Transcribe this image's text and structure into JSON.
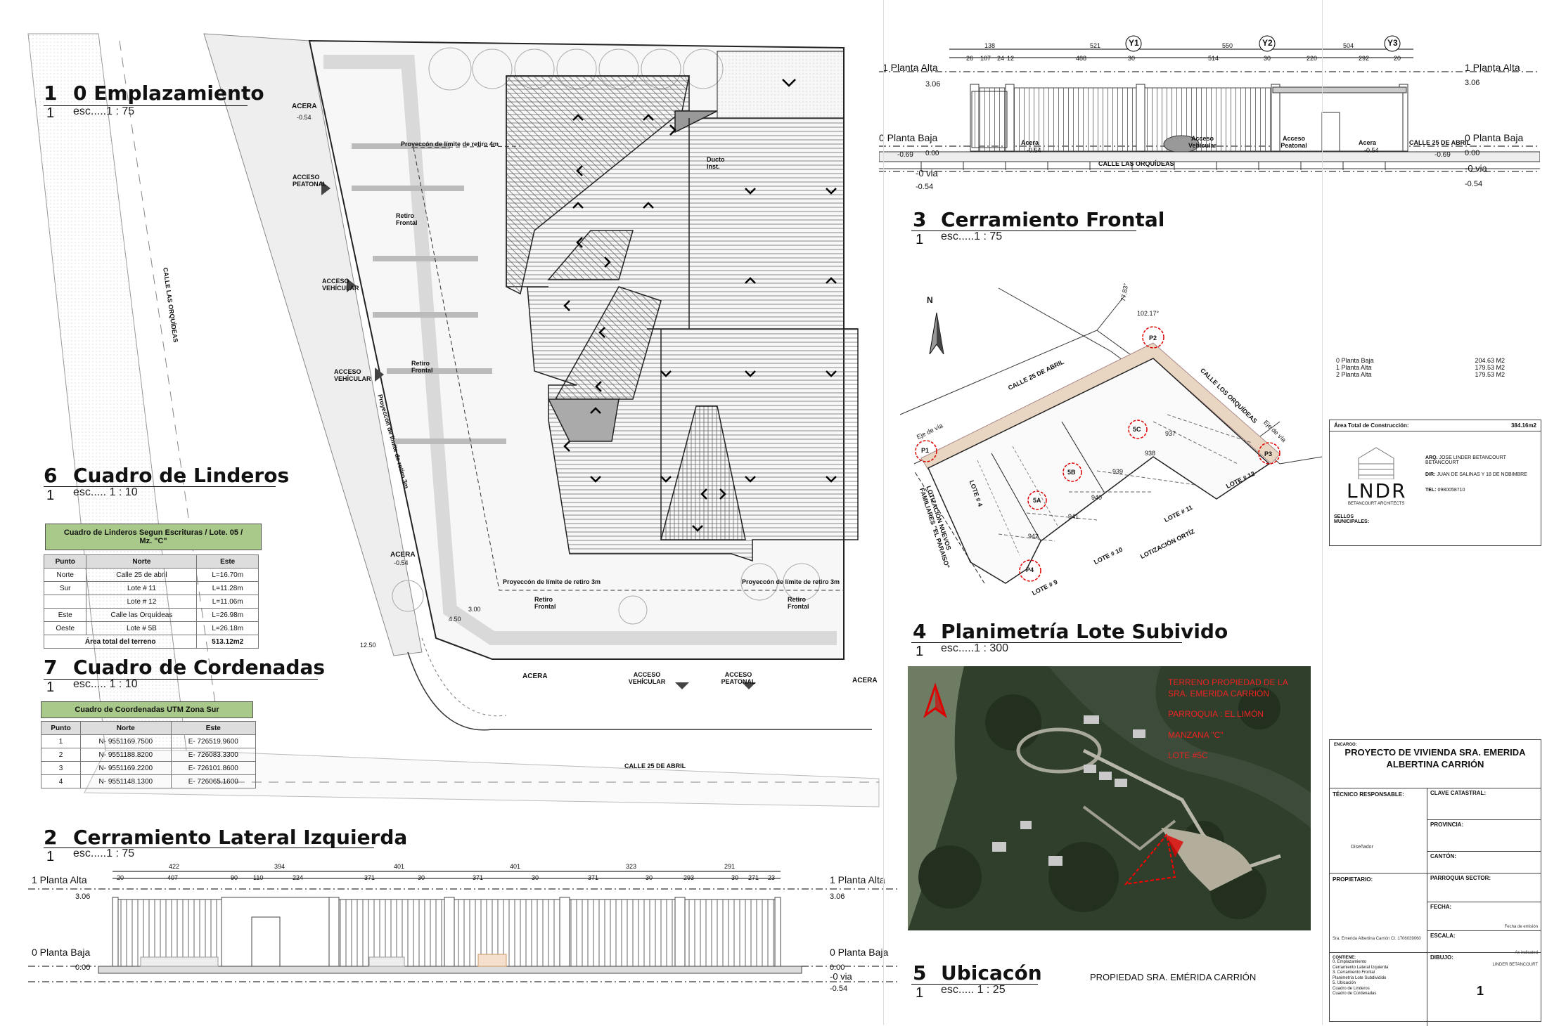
{
  "sections": {
    "s1": {
      "num": "1",
      "title": "0 Emplazamiento",
      "sub": "1",
      "scale": "esc.....1 : 75"
    },
    "s2": {
      "num": "2",
      "title": "Cerramiento Lateral Izquierda",
      "sub": "1",
      "scale": "esc.....1 : 75"
    },
    "s3": {
      "num": "3",
      "title": "Cerramiento Frontal",
      "sub": "1",
      "scale": "esc.....1 : 75"
    },
    "s4": {
      "num": "4",
      "title": "Planimetría Lote Subivido",
      "sub": "1",
      "scale": "esc.....1 : 300"
    },
    "s5": {
      "num": "5",
      "title": "Ubicacón",
      "sub": "1",
      "scale": "esc..... 1 : 25"
    },
    "s6": {
      "num": "6",
      "title": "Cuadro de Linderos",
      "sub": "1",
      "scale": "esc..... 1 : 10"
    },
    "s7": {
      "num": "7",
      "title": "Cuadro de Cordenadas",
      "sub": "1",
      "scale": "esc..... 1 : 10"
    }
  },
  "linderos": {
    "header": "Cuadro de Linderos Segun Escrituras / Lote. 05 / Mz. \"C\"",
    "cols": [
      "Punto",
      "Norte",
      "Este"
    ],
    "rows": [
      [
        "Norte",
        "Calle 25 de abril",
        "L=16.70m"
      ],
      [
        "Sur",
        "Lote # 11",
        "L=11.28m"
      ],
      [
        "",
        "Lote # 12",
        "L=11.06m"
      ],
      [
        "Este",
        "Calle las Orquídeas",
        "L=26.98m"
      ],
      [
        "Oeste",
        "Lote # 5B",
        "L=26.18m"
      ]
    ],
    "total_label": "Área total del terreno",
    "total_value": "513.12m2"
  },
  "coordenadas": {
    "header": "Cuadro de Coordenadas UTM Zona Sur",
    "cols": [
      "Punto",
      "Norte",
      "Este"
    ],
    "rows": [
      [
        "1",
        "N- 9551169.7500",
        "E- 726519.9600"
      ],
      [
        "2",
        "N- 9551188.8200",
        "E- 726083.3300"
      ],
      [
        "3",
        "N- 9551169.2200",
        "E- 726101.8600"
      ],
      [
        "4",
        "N- 9551148.1300",
        "E- 726065.1600"
      ]
    ]
  },
  "site": {
    "acera": "ACERA",
    "acera_val": "-0.54",
    "acceso_peatonal": "ACCESO PEATONAL",
    "acceso_vehicular": "ACCESO VEHÍCULAR",
    "retiro_frontal": "Retiro Frontal",
    "proy_4m": "Proyeccón de límite de retiro 4m",
    "proy_3m_a": "Proyeccón de límite de retiro 3m",
    "proy_3m_b": "Proyeccón de límite de retiro 3m",
    "proy_vert": "Proyeccón de límite de retiro 3m",
    "calle_orquideas": "CALLE LAS ORQUÍDEAS",
    "calle_abril": "CALLE 25 DE ABRIL",
    "ducto": "Ducto Inst.",
    "dim_1250": "12.50",
    "dim_450": "4.50",
    "dim_300": "3.00"
  },
  "elev_front": {
    "planta_alta": "1 Planta Alta",
    "planta_alta_val": "3.06",
    "planta_baja": "0 Planta Baja",
    "planta_baja_val": "0.00",
    "via": "-0 via",
    "via_val": "-0.54",
    "nivel_neg": "-0.69",
    "acera": "Acera",
    "acera_val": "-0.54",
    "acceso_vehicular": "Acceso Vehícular",
    "acceso_peatonal": "Acceso Peatonal",
    "calle_orquideas": "CALLE LAS ORQUÍDEAS",
    "calle_abril": "CALLE 25 DE ABRIL",
    "axes": [
      "Y1",
      "Y2",
      "Y3"
    ],
    "dims_top": [
      "138",
      "521",
      "550",
      "504"
    ],
    "dims_sub": [
      "26",
      "107",
      "24",
      "12",
      "488",
      "30",
      "514",
      "30",
      "220",
      "292",
      "20"
    ]
  },
  "elev_side": {
    "planta_alta": "1 Planta Alta",
    "planta_alta_val": "3.06",
    "planta_baja": "0 Planta Baja",
    "planta_baja_val": "0.00",
    "via": "-0 via",
    "via_val": "-0.54",
    "dims_top": [
      "422",
      "394",
      "401",
      "401",
      "323",
      "291"
    ],
    "dims_sub": [
      "20",
      "407",
      "90",
      "110",
      "224",
      "371",
      "30",
      "371",
      "30",
      "371",
      "30",
      "293",
      "30",
      "271",
      "23"
    ]
  },
  "lote": {
    "north": "N",
    "calle_abril": "CALLE 25 DE ABRIL",
    "calle_orquideas": "CALLE LOS ORQUÍDEAS",
    "eje_via_1": "Eje de vía",
    "eje_via_2": "Eje de vía",
    "angle_1": "77.83°",
    "angle_2": "102.17°",
    "points": [
      "P1",
      "P2",
      "P3",
      "P4"
    ],
    "lots": [
      "5A",
      "5B",
      "5C"
    ],
    "lote4": "LOTE # 4",
    "lote9": "LOTE # 9",
    "lote10": "LOTE # 10",
    "lote11": "LOTE # 11",
    "lote12": "LOTE # 12",
    "lotizacion_ortiz": "LOTIZACIÓN ORTÍZ",
    "lotizacion_nuevos": "LOTIZACIÓN NUEVOS FAMILIARES \"EL PARAISO\"",
    "levels": [
      "937",
      "938",
      "939",
      "940",
      "941",
      "942"
    ]
  },
  "areas": {
    "rows": [
      [
        "0 Planta  Baja",
        "204.63 M2"
      ],
      [
        "1 Planta  Alta",
        "179.53 M2"
      ],
      [
        "2 Planta  Alta",
        "179.53 M2"
      ]
    ],
    "total_label": "Área Total de Construcción:",
    "total_value": "384.16m2"
  },
  "office": {
    "arq": "ARQ.",
    "arq_name": "JOSE LINDER BETANCOURT BETANCOURT",
    "dir": "DIR:",
    "dir_val": "JUAN DE SALINAS Y 18 DE NOBIMBRE",
    "tel": "TEL:",
    "tel_val": "0980058710",
    "logo": "LNDR",
    "logo_sub": "BETANCOURT ARCHITECTS",
    "sellos": "SELLOS MUNICIPALES:"
  },
  "satellite": {
    "lines": [
      "TERRENO PROPIEDAD DE LA SRA. EMERIDA CARRIÓN",
      "PARROQUIA : EL LIMÓN",
      "MANZANA \"C\"",
      "LOTE #5C"
    ],
    "caption": "PROPIEDAD  SRA. EMÉRIDA CARRIÓN"
  },
  "titleblock": {
    "encargo": "ENCARGO:",
    "project": "PROYECTO DE VIVIENDA SRA. EMERIDA ALBERTINA CARRIÓN",
    "tecnico": "TÉCNICO RESPONSABLE:",
    "tecnico_val": "Diseñador",
    "clave": "CLAVE CATASTRAL:",
    "provincia": "PROVINCIA:",
    "canton": "CANTÓN:",
    "propietario": "PROPIETARIO:",
    "propietario_val": "Sra. Emerida Albertina Carrión  CI. 1706039060",
    "parroquia": "PARROQUIA SECTOR:",
    "fecha": "FECHA:",
    "fecha_val": "Fecha de emisión",
    "escala": "ESCALA:",
    "escala_val": "As indicated",
    "contiene": "CONTIENE:",
    "contiene_items": [
      "0. Emplazamiento",
      "Cerramiento Lateral Izquierda",
      "3. Cerramiento Frontal",
      "Planimetría Lote Subdividido",
      "5. Ubicación",
      "Cuadro de Linderos",
      "Cuadro de Cordenadas"
    ],
    "dibujo": "DIBUJO:",
    "dibujo_val": "LINDER BETANCOURT",
    "sheet_no": "1"
  }
}
